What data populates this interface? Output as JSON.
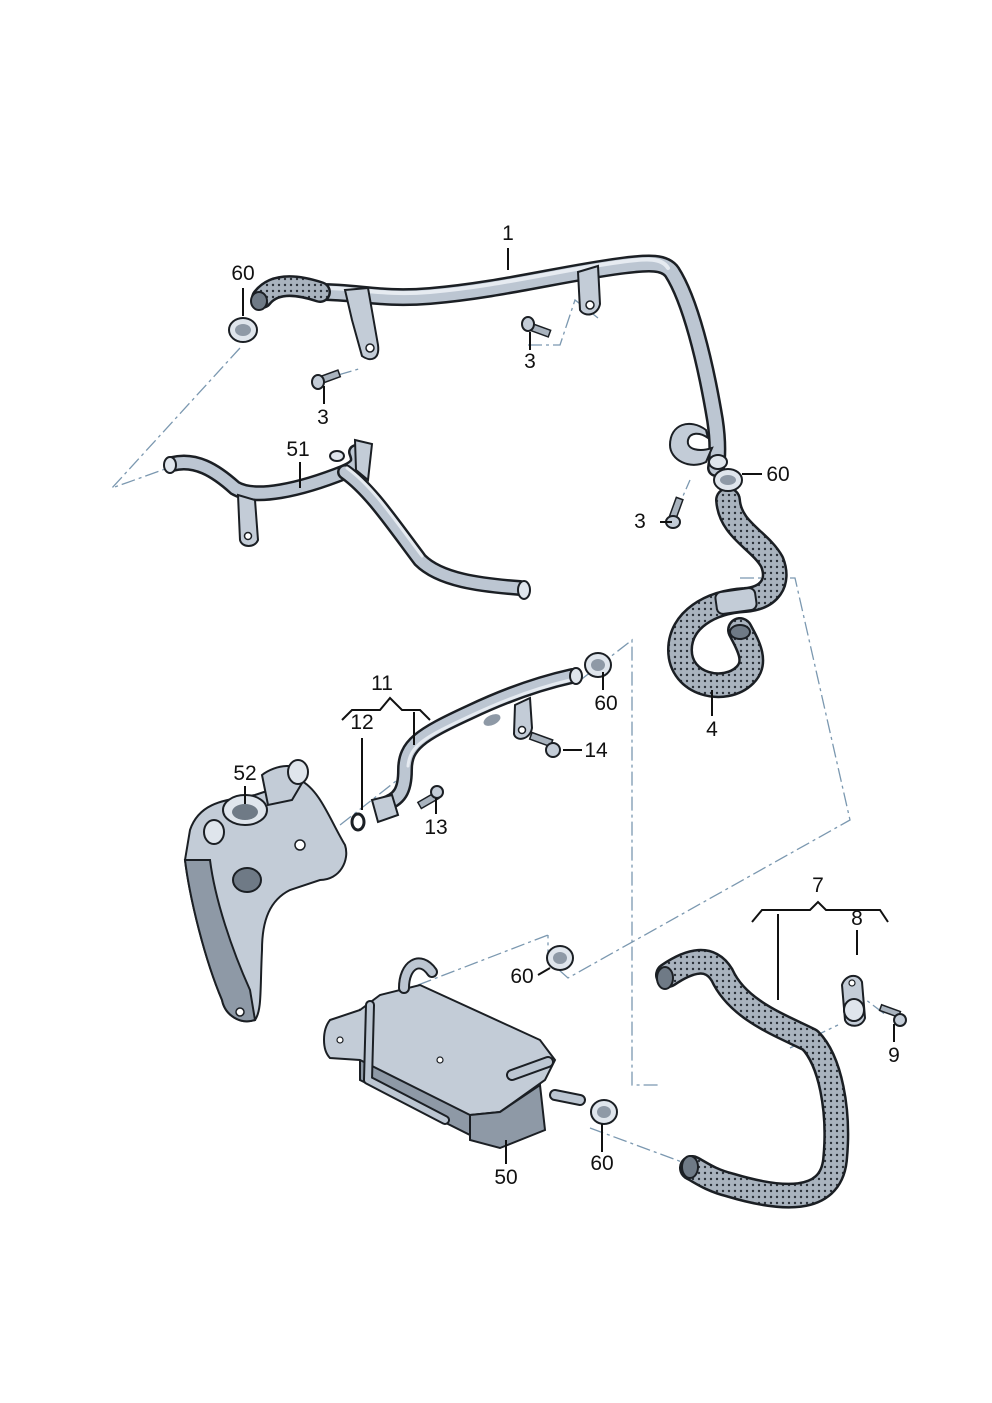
{
  "diagram": {
    "type": "exploded parts diagram",
    "subject": "Coolant pipes and hoses with oil cooler",
    "callouts": [
      {
        "id": "c1",
        "text": "1"
      },
      {
        "id": "c3a",
        "text": "3"
      },
      {
        "id": "c3b",
        "text": "3"
      },
      {
        "id": "c3c",
        "text": "3"
      },
      {
        "id": "c4",
        "text": "4"
      },
      {
        "id": "c7",
        "text": "7"
      },
      {
        "id": "c8",
        "text": "8"
      },
      {
        "id": "c9",
        "text": "9"
      },
      {
        "id": "c11",
        "text": "11"
      },
      {
        "id": "c12",
        "text": "12"
      },
      {
        "id": "c13",
        "text": "13"
      },
      {
        "id": "c14",
        "text": "14"
      },
      {
        "id": "c50",
        "text": "50"
      },
      {
        "id": "c51",
        "text": "51"
      },
      {
        "id": "c52",
        "text": "52"
      },
      {
        "id": "c60a",
        "text": "60"
      },
      {
        "id": "c60b",
        "text": "60"
      },
      {
        "id": "c60c",
        "text": "60"
      },
      {
        "id": "c60d",
        "text": "60"
      },
      {
        "id": "c60e",
        "text": "60"
      }
    ],
    "colors": {
      "part_fill": "#c3ccd7",
      "part_outline": "#1b1f24",
      "hose_fill": "#8f9ba8",
      "assembly_line": "#7b98b0",
      "label_text": "#111111",
      "background": "#ffffff"
    }
  }
}
